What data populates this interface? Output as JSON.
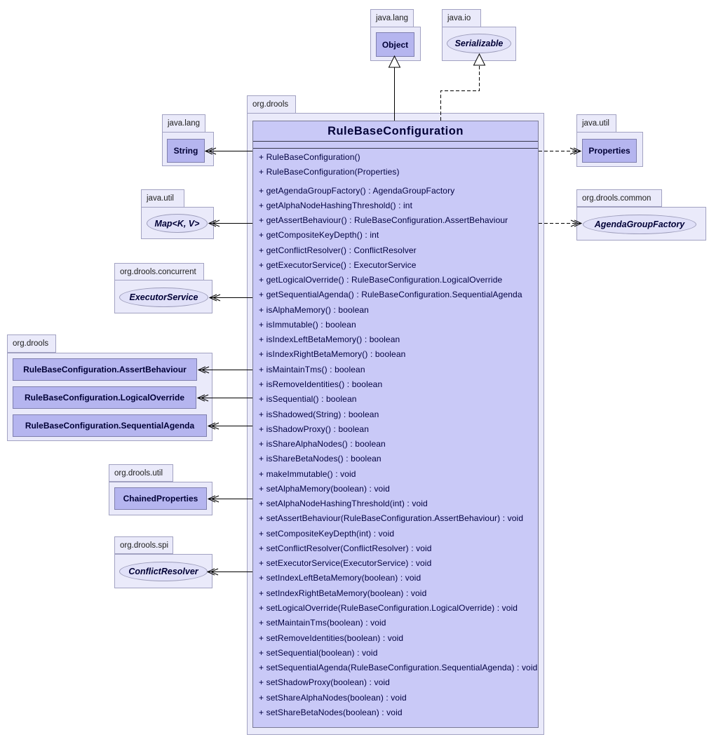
{
  "main": {
    "package": "org.drools",
    "name": "RuleBaseConfiguration",
    "constructors": [
      "+ RuleBaseConfiguration()",
      "+ RuleBaseConfiguration(Properties)"
    ],
    "methods": [
      "+ getAgendaGroupFactory() : AgendaGroupFactory",
      "+ getAlphaNodeHashingThreshold() : int",
      "+ getAssertBehaviour() : RuleBaseConfiguration.AssertBehaviour",
      "+ getCompositeKeyDepth() : int",
      "+ getConflictResolver() : ConflictResolver",
      "+ getExecutorService() : ExecutorService",
      "+ getLogicalOverride() : RuleBaseConfiguration.LogicalOverride",
      "+ getSequentialAgenda() : RuleBaseConfiguration.SequentialAgenda",
      "+ isAlphaMemory() : boolean",
      "+ isImmutable() : boolean",
      "+ isIndexLeftBetaMemory() : boolean",
      "+ isIndexRightBetaMemory() : boolean",
      "+ isMaintainTms() : boolean",
      "+ isRemoveIdentities() : boolean",
      "+ isSequential() : boolean",
      "+ isShadowed(String) : boolean",
      "+ isShadowProxy() : boolean",
      "+ isShareAlphaNodes() : boolean",
      "+ isShareBetaNodes() : boolean",
      "+ makeImmutable() : void",
      "+ setAlphaMemory(boolean) : void",
      "+ setAlphaNodeHashingThreshold(int) : void",
      "+ setAssertBehaviour(RuleBaseConfiguration.AssertBehaviour) : void",
      "+ setCompositeKeyDepth(int) : void",
      "+ setConflictResolver(ConflictResolver) : void",
      "+ setExecutorService(ExecutorService) : void",
      "+ setIndexLeftBetaMemory(boolean) : void",
      "+ setIndexRightBetaMemory(boolean) : void",
      "+ setLogicalOverride(RuleBaseConfiguration.LogicalOverride) : void",
      "+ setMaintainTms(boolean) : void",
      "+ setRemoveIdentities(boolean) : void",
      "+ setSequential(boolean) : void",
      "+ setSequentialAgenda(RuleBaseConfiguration.SequentialAgenda) : void",
      "+ setShadowProxy(boolean) : void",
      "+ setShareAlphaNodes(boolean) : void",
      "+ setShareBetaNodes(boolean) : void"
    ]
  },
  "nodes": {
    "object": {
      "package": "java.lang",
      "name": "Object"
    },
    "serializable": {
      "package": "java.io",
      "name": "Serializable"
    },
    "string": {
      "package": "java.lang",
      "name": "String"
    },
    "map": {
      "package": "java.util",
      "name": "Map<K, V>"
    },
    "executor_service": {
      "package": "org.drools.concurrent",
      "name": "ExecutorService"
    },
    "drools_group": {
      "package": "org.drools",
      "classes": [
        "RuleBaseConfiguration.AssertBehaviour",
        "RuleBaseConfiguration.LogicalOverride",
        "RuleBaseConfiguration.SequentialAgenda"
      ]
    },
    "chained_properties": {
      "package": "org.drools.util",
      "name": "ChainedProperties"
    },
    "conflict_resolver": {
      "package": "org.drools.spi",
      "name": "ConflictResolver"
    },
    "properties": {
      "package": "java.util",
      "name": "Properties"
    },
    "agenda_group_factory": {
      "package": "org.drools.common",
      "name": "AgendaGroupFactory"
    }
  },
  "colors": {
    "package_fill": "#eaeafa",
    "package_border": "#a2a2c2",
    "class_fill": "#b5b5ef",
    "class_border": "#7f7fae",
    "main_fill": "#c9c9f7",
    "main_border": "#7a7a96",
    "separator_line": "#38384c",
    "interface_fill": "#e0e0f8",
    "interface_border": "#9c9cba",
    "class_text": "#000036",
    "method_text": "#000040",
    "arrow": "#000000"
  }
}
